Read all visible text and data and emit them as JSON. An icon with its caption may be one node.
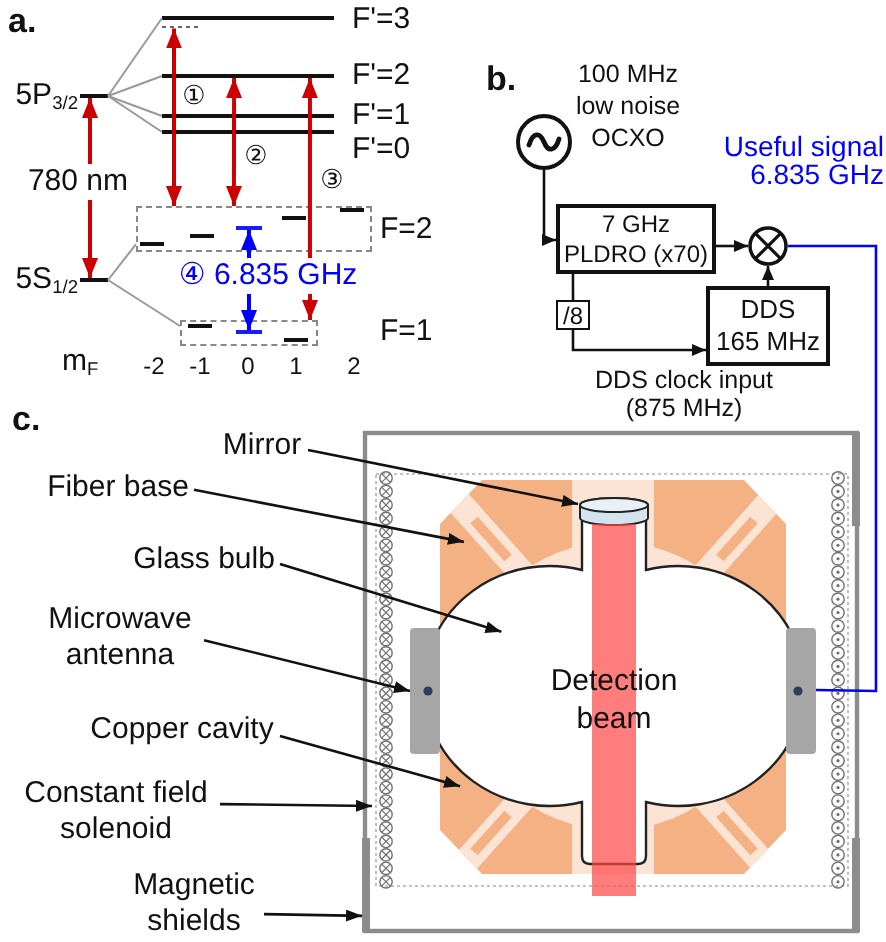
{
  "diagram": {
    "nodes": [
      {
        "text": [],
        "shape": "bar",
        "beside": [
          "5P$_{3/2}$"
        ]
      },
      {
        "text": [],
        "shape": "bar",
        "beside": [
          "F'=3"
        ]
      },
      {
        "text": [],
        "shape": "bar"
      },
      {
        "text": [],
        "shape": "bar",
        "beside": [
          "F'=2"
        ]
      },
      {
        "text": [],
        "shape": "bar",
        "beside": [
          "F'=1"
        ]
      },
      {
        "text": [],
        "shape": "bar",
        "beside": [
          "F'=0"
        ]
      },
      {
        "text": [],
        "shape": "bar",
        "beside": [
          "5S$_{1/2}$"
        ]
      },
      {
        "text": [],
        "shape": "box",
        "beside": [
          "F=2"
        ]
      },
      {
        "text": [],
        "shape": "bar",
        "in": 7
      },
      {
        "text": [],
        "shape": "bar",
        "in": 7
      },
      {
        "text": [],
        "shape": "bar",
        "in": 7
      },
      {
        "text": [],
        "shape": "bar",
        "in": 7
      },
      {
        "text": [],
        "shape": "bar",
        "in": 7
      },
      {
        "text": [],
        "shape": "box",
        "beside": [
          "F=1"
        ]
      },
      {
        "text": [],
        "shape": "bar",
        "in": 13
      },
      {
        "text": [],
        "shape": "bar",
        "in": 13
      },
      {
        "text": [],
        "shape": "bar",
        "in": 13
      },
      {
        "text": [],
        "shape": "circle",
        "beside": [
          "100 MHz low noise OCXO"
        ]
      },
      {
        "text": [
          "7 GHz PLDRO (x70)"
        ]
      },
      {
        "text": [],
        "shape": "circle"
      },
      {
        "text": [
          "/8"
        ]
      },
      {
        "text": [
          "DDS 165 MHz"
        ]
      },
      {
        "text": [],
        "shape": "box"
      },
      {
        "text": [],
        "shape": "picture",
        "in": 22
      },
      {
        "text": [],
        "shape": "picture",
        "in": 23
      },
      {
        "text": [],
        "shape": "picture",
        "in": 24
      },
      {
        "text": [],
        "shape": "cylinder",
        "in": 24
      },
      {
        "text": [],
        "shape": "box",
        "in": 23
      },
      {
        "text": [],
        "shape": "box",
        "in": 23
      },
      {
        "text": [],
        "shape": "bar",
        "in": 23
      },
      {
        "text": [
          "Mirror"
        ]
      },
      {
        "text": [
          "Fiber base"
        ]
      },
      {
        "text": [
          "Glass bulb"
        ]
      },
      {
        "text": [
          "Microwave antenna"
        ]
      },
      {
        "text": [
          "Copper cavity"
        ]
      },
      {
        "text": [
          "Constant field solenoid"
        ]
      },
      {
        "text": [
          "Magnetic shields"
        ]
      }
    ],
    "edges": [
      {
        "from": 0,
        "to": 1,
        "arrow": "none",
        "color": "#999999"
      },
      {
        "from": 0,
        "to": 3,
        "arrow": "none",
        "color": "#999999"
      },
      {
        "from": 0,
        "to": 4,
        "arrow": "none",
        "color": "#999999"
      },
      {
        "from": 0,
        "to": 5,
        "arrow": "none",
        "color": "#999999"
      },
      {
        "from": 6,
        "to": 7,
        "arrow": "none",
        "color": "#999999"
      },
      {
        "from": 6,
        "to": 13,
        "arrow": "none",
        "color": "#999999"
      },
      {
        "from": 0,
        "to": 6,
        "arrow": "both",
        "label": "780 nm",
        "color": "#cc0000"
      },
      {
        "from": 2,
        "to": 7,
        "arrow": "both",
        "label": "①",
        "color": "#cc0000"
      },
      {
        "from": 3,
        "to": 7,
        "arrow": "both",
        "label": "②",
        "color": "#cc0000"
      },
      {
        "from": 3,
        "to": 13,
        "arrow": "both",
        "label": "③",
        "color": "#cc0000"
      },
      {
        "from": 10,
        "to": 15,
        "arrow": "both",
        "label": "④ 6.835 GHz",
        "color": "#0000ff"
      },
      {
        "from": 17,
        "to": 18,
        "arrow": "to"
      },
      {
        "from": 18,
        "to": 19,
        "arrow": "to"
      },
      {
        "from": 18,
        "to": 20,
        "arrow": "none"
      },
      {
        "from": 20,
        "to": 21,
        "arrow": "to",
        "label": "DDS clock input (875 MHz)"
      },
      {
        "from": 21,
        "to": 19,
        "arrow": "to"
      },
      {
        "from": 19,
        "to": 28,
        "arrow": "none",
        "label": "Useful signal 6.835 GHz",
        "color": "#0000ff"
      },
      {
        "from": 30,
        "to": 26,
        "arrow": "to"
      },
      {
        "from": 31,
        "to": 24,
        "arrow": "to"
      },
      {
        "from": 32,
        "to": 25,
        "arrow": "to"
      },
      {
        "from": 33,
        "to": 27,
        "arrow": "to"
      },
      {
        "from": 34,
        "to": 24,
        "arrow": "to"
      },
      {
        "from": 35,
        "to": 23,
        "arrow": "to"
      },
      {
        "from": 36,
        "to": 22,
        "arrow": "to"
      }
    ],
    "labels": [
      "a.",
      "m$_{F}$",
      "-2",
      "-1",
      "0",
      "1",
      "2",
      "b.",
      "c.",
      "Detection beam"
    ]
  }
}
